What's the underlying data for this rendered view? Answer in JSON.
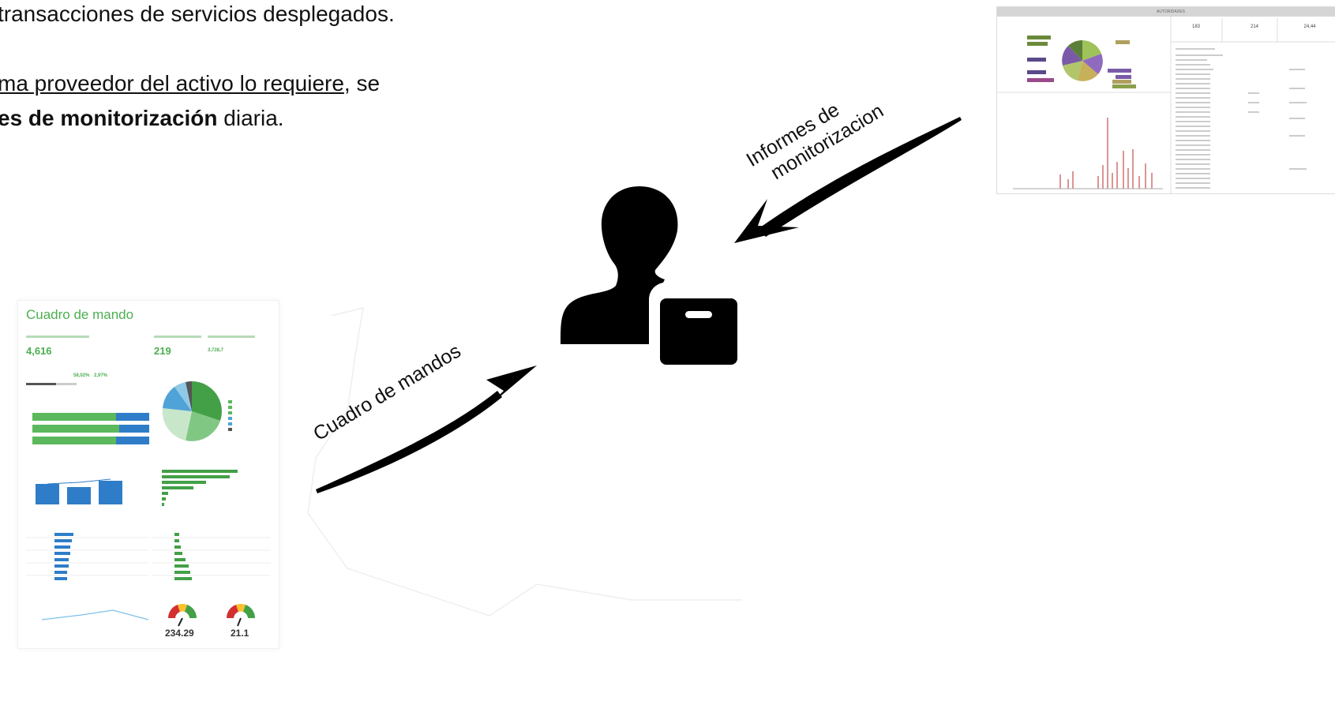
{
  "text": {
    "line1": "transacciones de servicios desplegados.",
    "line2_underlined": "ma proveedor del activo lo requiere",
    "line2_rest": ", se",
    "line3_bold": "es de monitorización",
    "line3_rest": " diaria."
  },
  "labels": {
    "informes_line1": "Informes de",
    "informes_line2": "monitorizacion",
    "cuadro": "Cuadro de mandos"
  },
  "dashboard": {
    "title": "Cuadro de mando",
    "kpi1": "4,616",
    "kpi2": "219",
    "kpi3": "3,728,7",
    "kpi4": "58,02%",
    "kpi5": "2,97%",
    "gauge1": "234.29",
    "gauge2": "21.1"
  },
  "report": {
    "header": "AUTORIDADES",
    "stat1": "183",
    "stat2": "214",
    "stat3": "24,44"
  },
  "colors": {
    "dashboard_green": "#4caf50",
    "dashboard_blue": "#2f7dc8",
    "icon": "#000000"
  }
}
